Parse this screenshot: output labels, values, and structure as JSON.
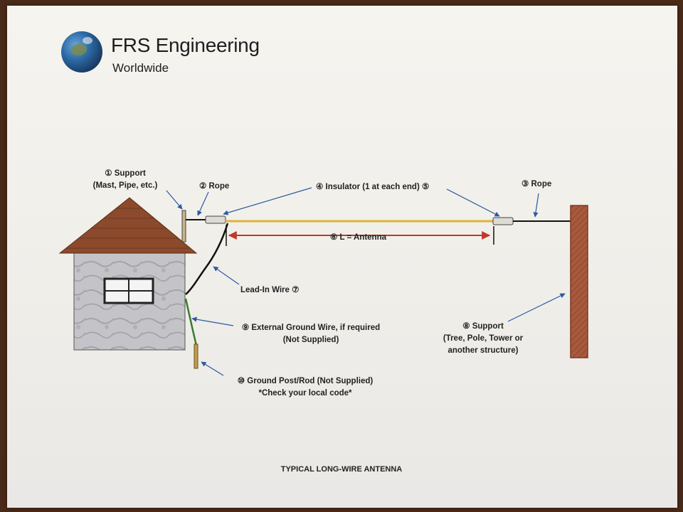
{
  "brand": {
    "name": "FRS Engineering",
    "subtitle": "Worldwide",
    "logo_icon": "earth-globe-icon"
  },
  "labels": {
    "support_mast": "① Support",
    "support_mast_sub": "(Mast, Pipe, etc.)",
    "rope_left": "② Rope",
    "insulator": "④ Insulator (1 at each end) ⑤",
    "rope_right": "③ Rope",
    "antenna_length": "⑥ L = Antenna",
    "lead_in": "Lead-In Wire ⑦",
    "ground_wire": "⑨ External Ground Wire, if required",
    "ground_wire_sub": "(Not Supplied)",
    "support_far": "⑧ Support",
    "support_far_sub1": "(Tree, Pole, Tower or",
    "support_far_sub2": "another structure)",
    "ground_rod": "⑩ Ground Post/Rod (Not Supplied)",
    "ground_rod_sub": "*Check your local code*"
  },
  "caption": "TYPICAL LONG-WIRE ANTENNA",
  "colors": {
    "roof": "#8b4a2b",
    "wall": "#b9b9bd",
    "antenna_wire": "#e0b23a",
    "length_arrow": "#c0392b",
    "pointer": "#2c5aa0",
    "far_support": "#a85a3c",
    "ground_wire": "#3a7a2a",
    "ground_rod": "#c49a4c"
  }
}
